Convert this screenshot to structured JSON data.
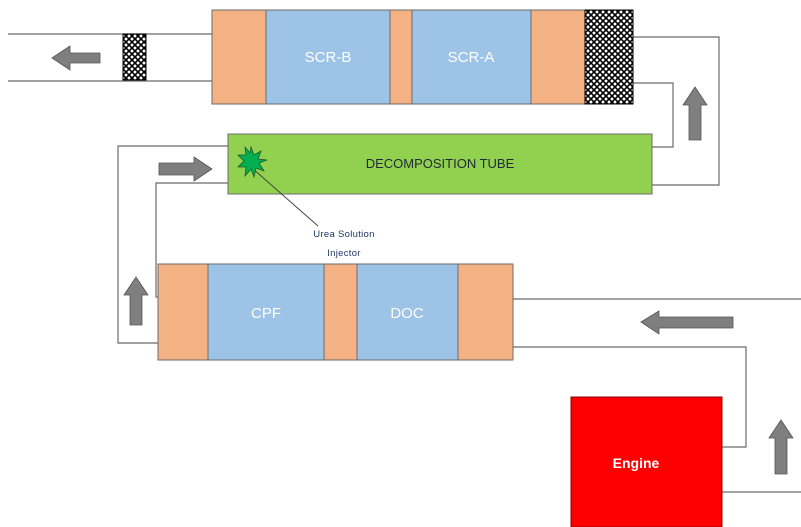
{
  "components": {
    "scr_b": "SCR-B",
    "scr_a": "SCR-A",
    "decomposition_tube": "DECOMPOSITION TUBE",
    "cpf": "CPF",
    "doc": "DOC",
    "engine": "Engine"
  },
  "injector": {
    "line1": "Urea Solution",
    "line2": "Injector"
  },
  "colors": {
    "end_cap": "#f4b183",
    "catalyst_core": "#9dc3e6",
    "decomposition_tube": "#92d050",
    "engine": "#ff0000",
    "injector_star": "#00b050",
    "flow_arrow": "#7f7f7f"
  }
}
